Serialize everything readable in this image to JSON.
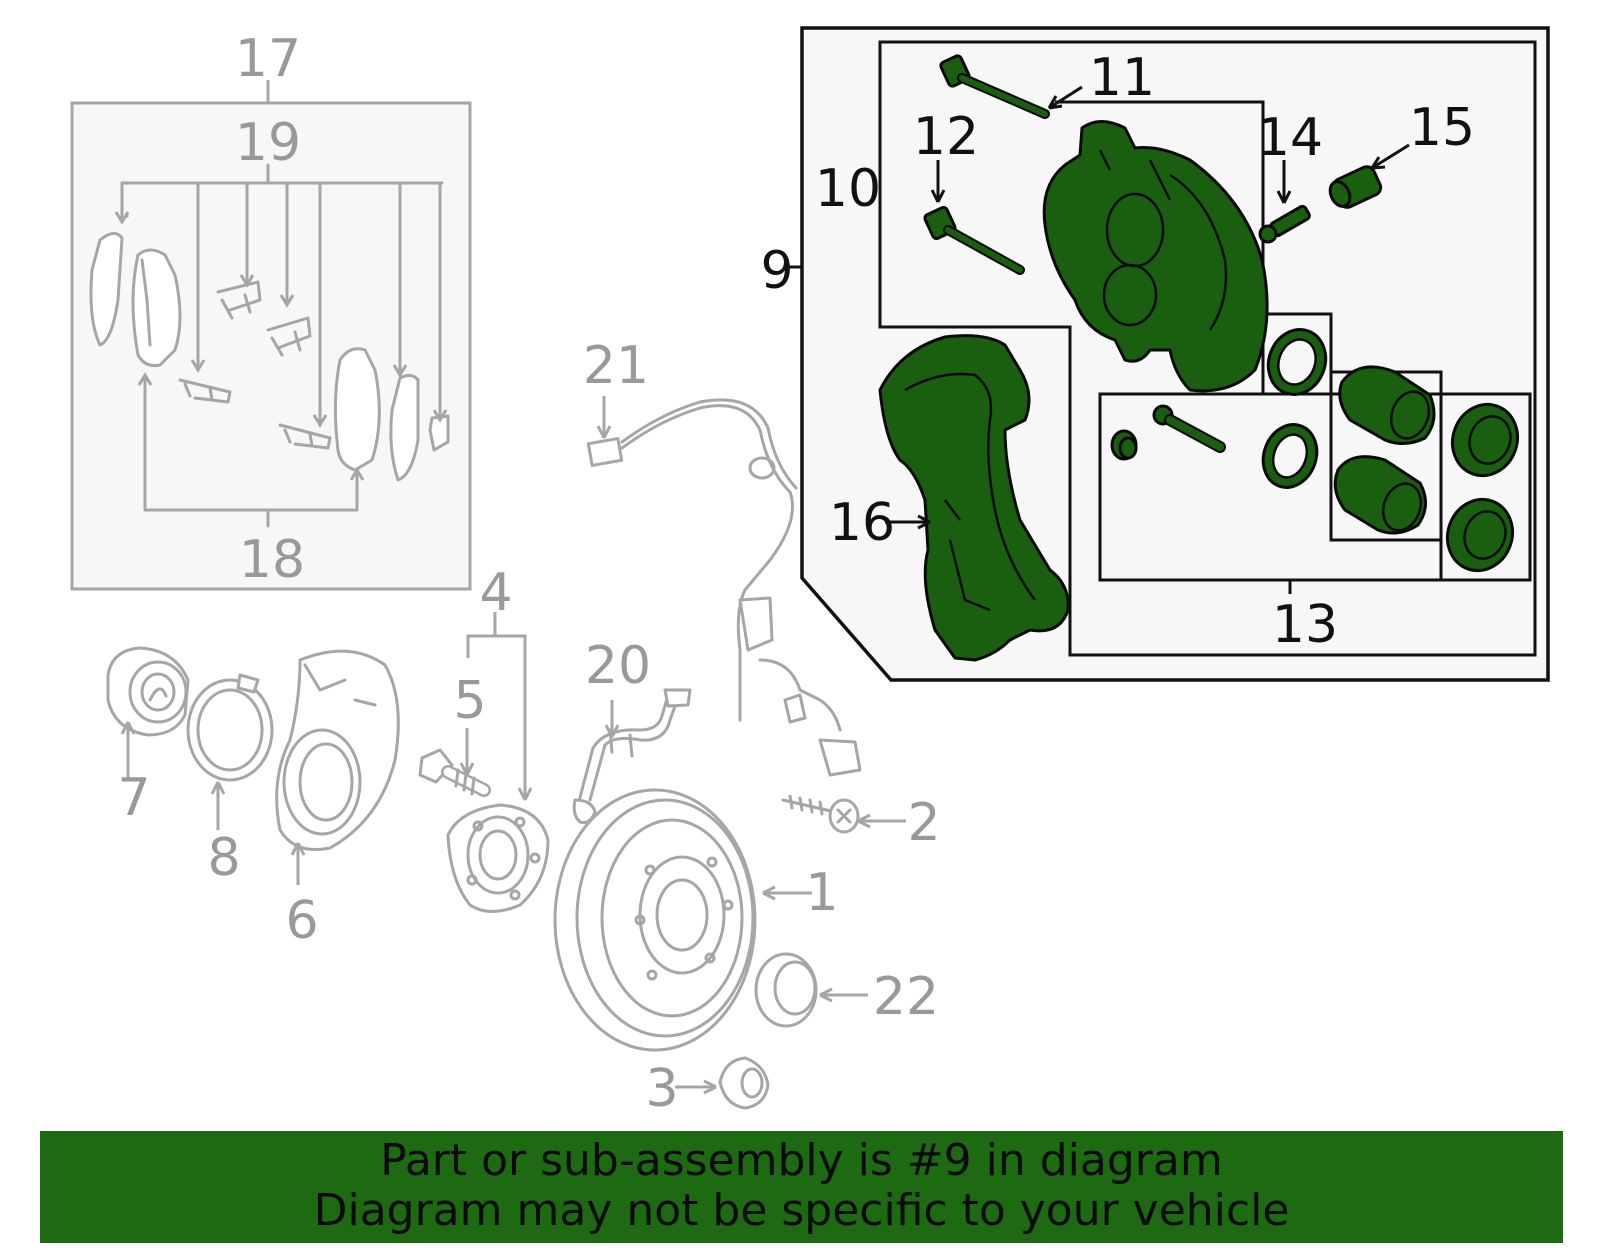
{
  "callouts": {
    "c1": "1",
    "c2": "2",
    "c3": "3",
    "c4": "4",
    "c5": "5",
    "c6": "6",
    "c7": "7",
    "c8": "8",
    "c9": "9",
    "c10": "10",
    "c11": "11",
    "c12": "12",
    "c13": "13",
    "c14": "14",
    "c15": "15",
    "c16": "16",
    "c17": "17",
    "c18": "18",
    "c19": "19",
    "c20": "20",
    "c21": "21",
    "c22": "22"
  },
  "highlighted_assembly": "9",
  "colors": {
    "highlight": "#1e6a13",
    "part_fill": "#1a5f10",
    "muted": "#a6a6a6",
    "panel_bg": "#f7f7f7"
  },
  "banner": {
    "line1": "Part or sub-assembly is #9 in diagram",
    "line2": "Diagram may not be specific to your vehicle"
  }
}
